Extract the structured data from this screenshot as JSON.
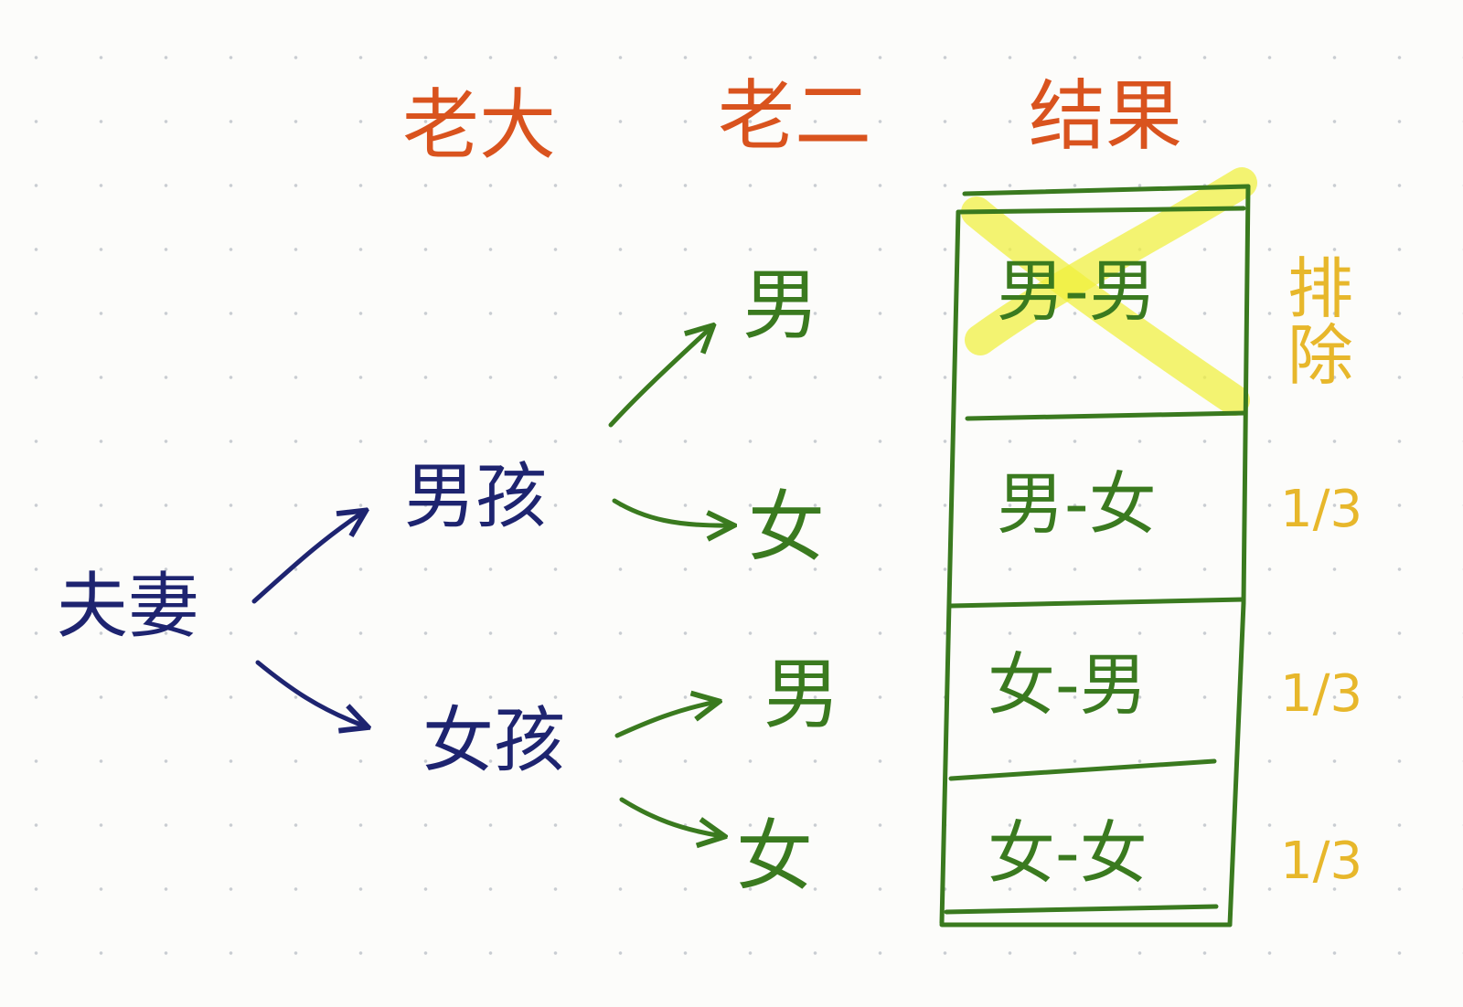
{
  "headers": {
    "first_child": "老大",
    "second_child": "老二",
    "result": "结果"
  },
  "root": {
    "label": "夫妻"
  },
  "first_child_nodes": [
    {
      "label": "男孩"
    },
    {
      "label": "女孩"
    }
  ],
  "second_child_nodes": [
    {
      "label": "男"
    },
    {
      "label": "女"
    },
    {
      "label": "男"
    },
    {
      "label": "女"
    }
  ],
  "results": [
    {
      "label": "男-男",
      "status": "crossed_out"
    },
    {
      "label": "男-女"
    },
    {
      "label": "女-男"
    },
    {
      "label": "女-女"
    }
  ],
  "annotations": {
    "excluded": "排除",
    "probabilities": [
      "1/3",
      "1/3",
      "1/3"
    ]
  },
  "colors": {
    "header": "#d9531e",
    "level1": "#1e2470",
    "level2": "#3a7a1f",
    "annotation": "#e7b72b",
    "highlight": "#f0f03c"
  }
}
